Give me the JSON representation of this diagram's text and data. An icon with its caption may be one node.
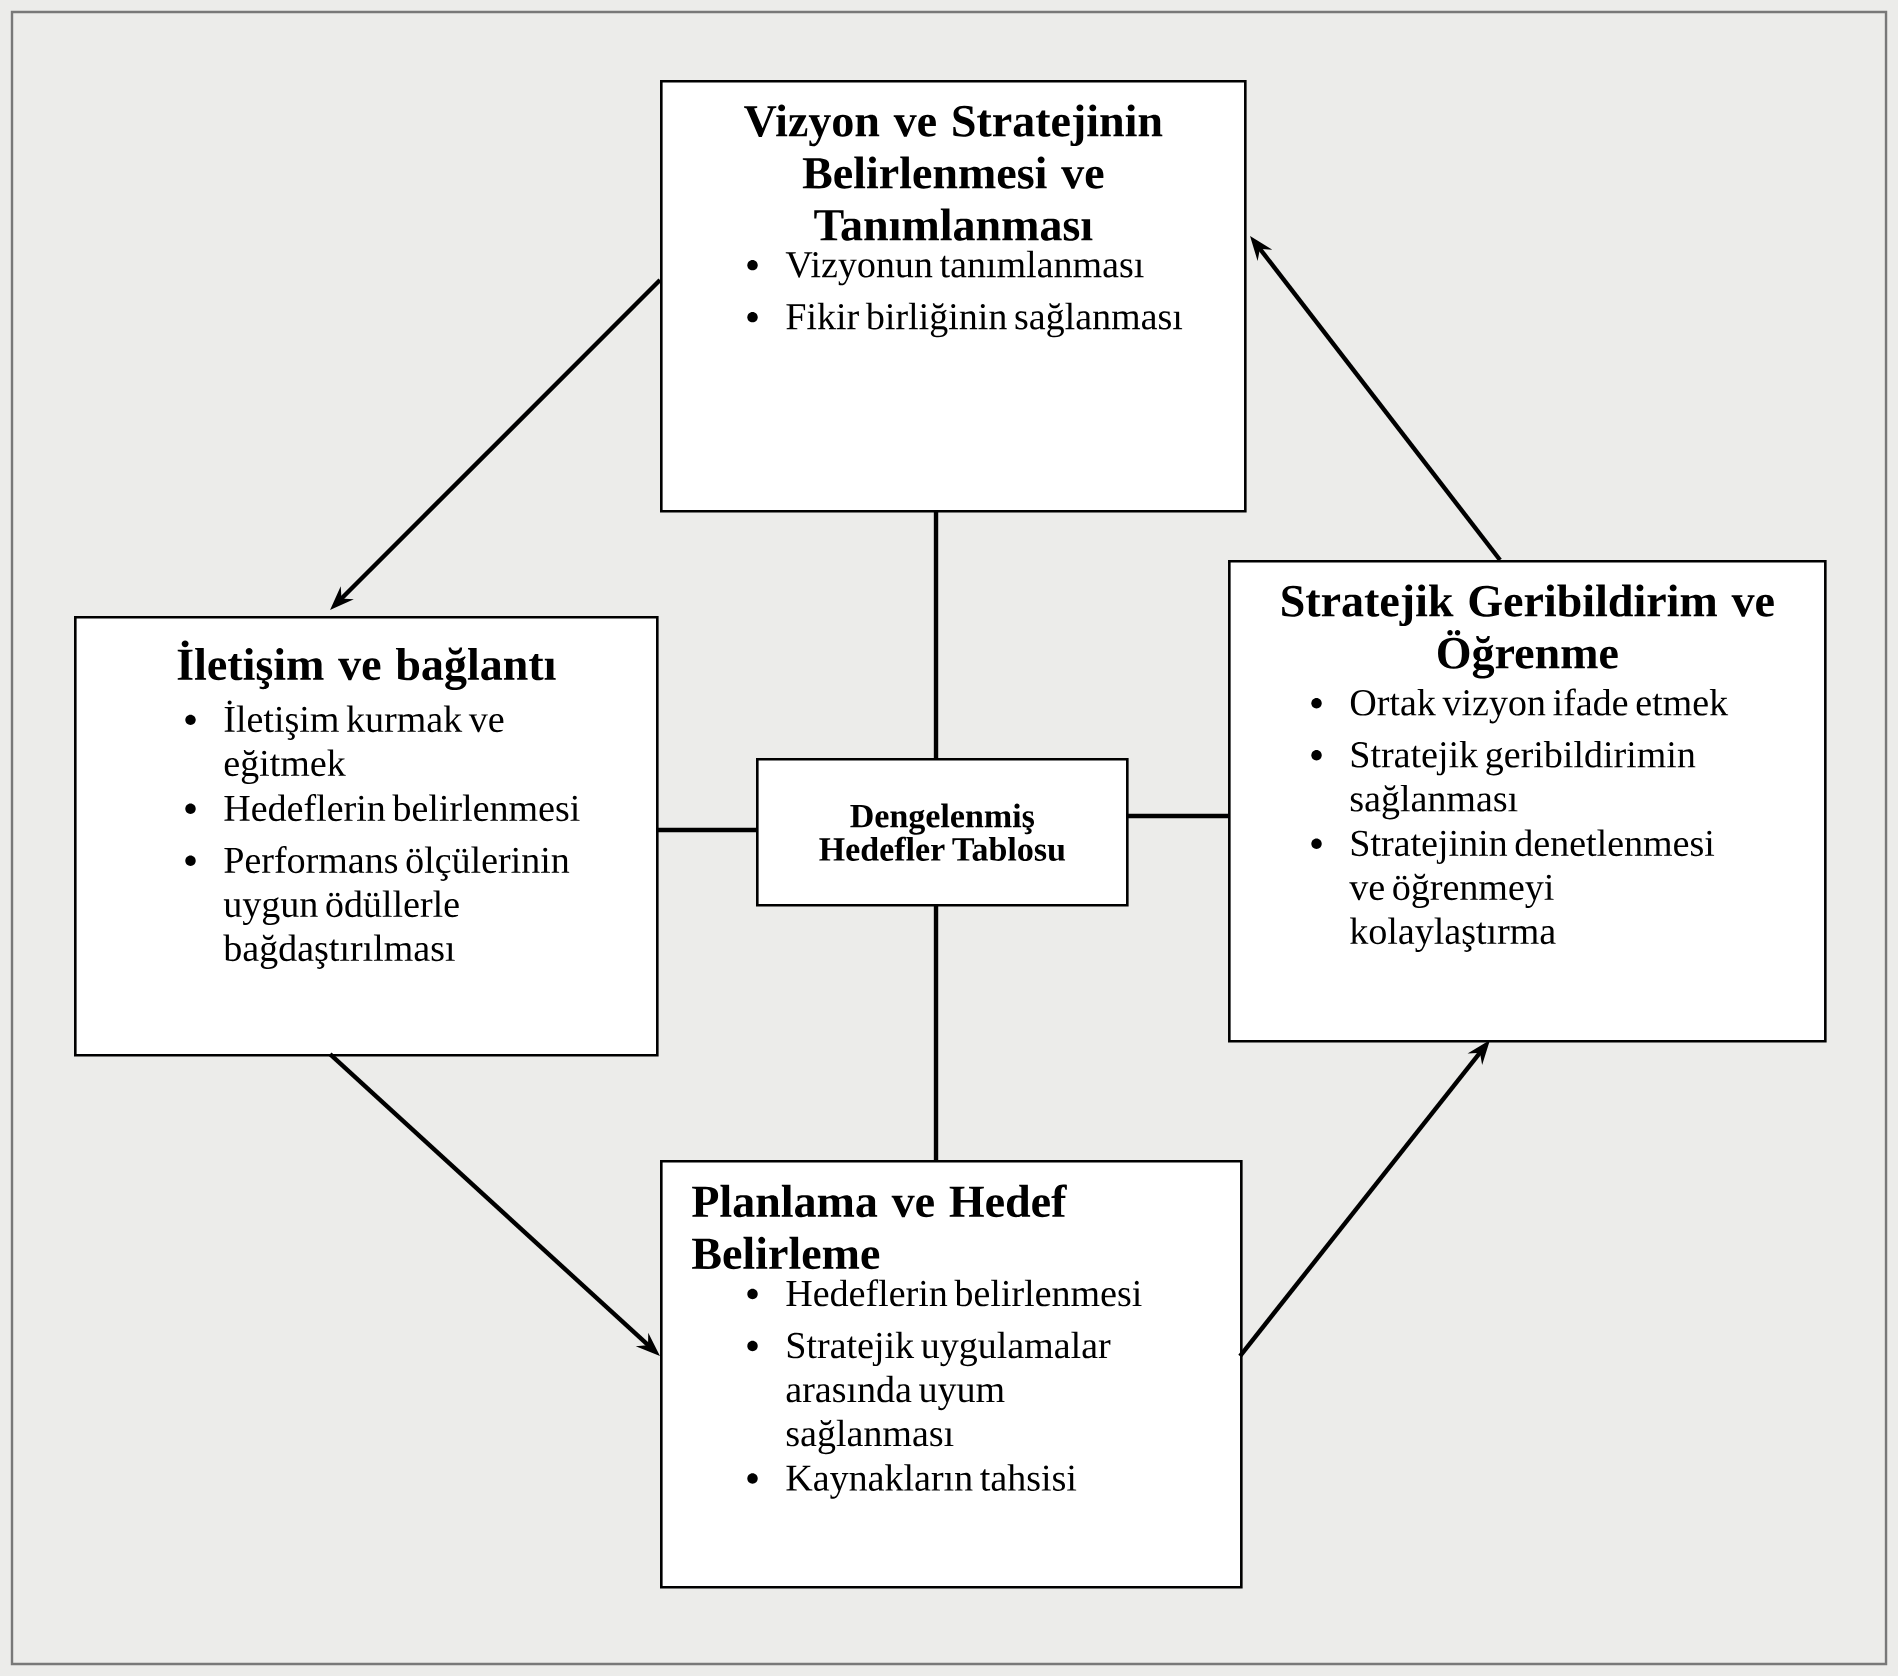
{
  "diagram": {
    "nodes": [
      {
        "text": [
          "Vizyon ve Stratejinin Belirlenmesi ve Tanımlanması",
          "Vizyonun tanımlanması",
          "Fikir birliğinin sağlanması"
        ]
      },
      {
        "text": [
          "İletişim ve bağlantı",
          "İletişim kurmak ve eğitmek",
          "Hedeflerin belirlenmesi",
          "Performans ölçülerinin uygun ödüllerle bağdaştırılması"
        ]
      },
      {
        "text": [
          "Dengelenmiş Hedefler Tablosu"
        ]
      },
      {
        "text": [
          "Stratejik Geribildirim ve Öğrenme",
          "Ortak vizyon ifade etmek",
          "Stratejik geribildirimin sağlanması",
          "Stratejinin denetlenmesi ve öğrenmeyi kolaylaştırma"
        ]
      },
      {
        "text": [
          "Planlama ve Hedef Belirleme",
          "Hedeflerin belirlenmesi",
          "Stratejik uygulamalar arasında uyum sağlanması",
          "Kaynakların tahsisi"
        ]
      }
    ],
    "edges": [
      {
        "from": 0,
        "to": 1,
        "arrow": "to"
      },
      {
        "from": 1,
        "to": 4,
        "arrow": "to"
      },
      {
        "from": 4,
        "to": 3,
        "arrow": "to"
      },
      {
        "from": 3,
        "to": 0,
        "arrow": "to"
      },
      {
        "from": 2,
        "to": 0,
        "arrow": "none"
      },
      {
        "from": 2,
        "to": 1,
        "arrow": "none"
      },
      {
        "from": 2,
        "to": 3,
        "arrow": "none"
      },
      {
        "from": 2,
        "to": 4,
        "arrow": "none"
      }
    ]
  }
}
